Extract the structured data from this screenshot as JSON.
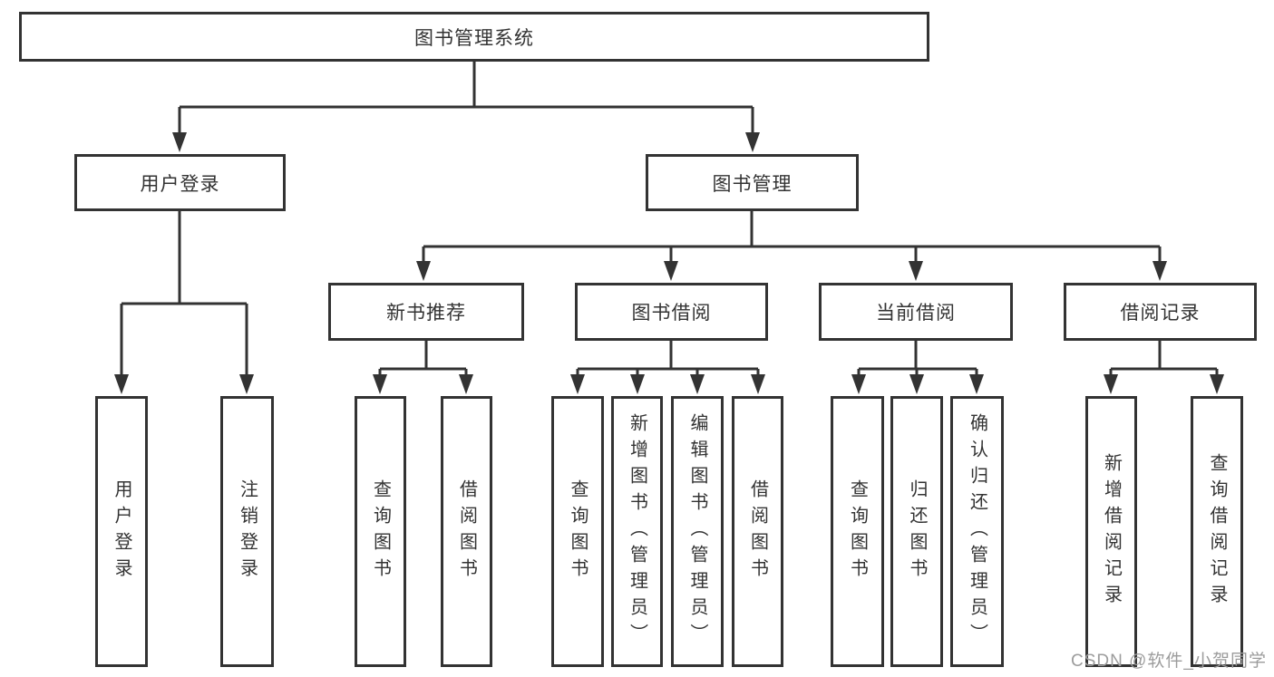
{
  "diagram": {
    "root": {
      "label": "图书管理系统"
    },
    "level2": [
      {
        "label": "用户登录"
      },
      {
        "label": "图书管理"
      }
    ],
    "level3": [
      {
        "label": "新书推荐"
      },
      {
        "label": "图书借阅"
      },
      {
        "label": "当前借阅"
      },
      {
        "label": "借阅记录"
      }
    ],
    "leaves": [
      {
        "label": "用户登录"
      },
      {
        "label": "注销登录"
      },
      {
        "label": "查询图书"
      },
      {
        "label": "借阅图书"
      },
      {
        "label": "查询图书"
      },
      {
        "label": "新增图书（管理员）"
      },
      {
        "label": "编辑图书（管理员）"
      },
      {
        "label": "借阅图书"
      },
      {
        "label": "查询图书"
      },
      {
        "label": "归还图书"
      },
      {
        "label": "确认归还（管理员）"
      },
      {
        "label": "新增借阅记录"
      },
      {
        "label": "查询借阅记录"
      }
    ],
    "watermark": "CSDN @软件_小贺同学",
    "colors": {
      "line": "#333333",
      "text": "#333333",
      "watermark": "#9c9c9c",
      "background": "#ffffff"
    }
  }
}
